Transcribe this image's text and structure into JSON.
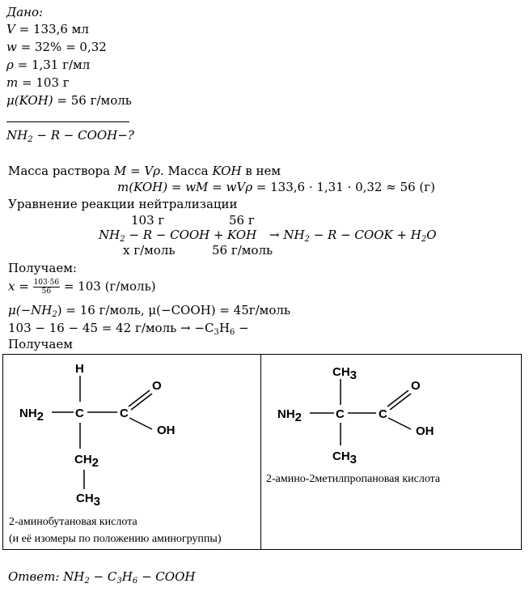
{
  "given": {
    "title": "Дано:",
    "v_lhs": "V",
    "v_rhs": "= 133,6 мл",
    "w_lhs": "w",
    "w_rhs": "= 32% = 0,32",
    "rho_lhs": "ρ",
    "rho_rhs": "= 1,31 г/мл",
    "m_lhs": "m",
    "m_rhs": "= 103 г",
    "mu_lhs": "μ(KOH)",
    "mu_rhs": "= 56 г/моль"
  },
  "find": {
    "nh": "NH",
    "nh_sub": "2",
    "rest": " − R − COOH",
    "q": "−?"
  },
  "solution": {
    "mass_text_1": "Масса раствора ",
    "mass_formula": "M = Vρ",
    "mass_text_2": ". Масса ",
    "mass_koh": "KOH",
    "mass_text_3": " в нем",
    "mkoh_formula": "m(KOH) = wM = wVρ",
    "mkoh_value": " = 133,6 · 1,31 · 0,32 ≈ 56 (г)",
    "reaction_title": "Уравнение реакции нейтрализации",
    "above_left": "103 г",
    "above_right": "56 г",
    "eq_left": "NH",
    "eq_left_sub": "2",
    "eq_left_rest": " − R − COOH +",
    "eq_koh": "KOH",
    "eq_arrow": "→ NH",
    "eq_arrow_sub": "2",
    "eq_right_rest": " − R − COOK + H",
    "eq_water_sub": "2",
    "eq_water_o": "O",
    "below_left": "x г/моль",
    "below_right": "56 г/моль",
    "get_title": "Получаем:",
    "x_lhs": "x = ",
    "x_num": "103·56",
    "x_den": "56",
    "x_rhs": " = 103 (г/моль)",
    "mu_line": "μ(−NH",
    "mu_line_sub": "2",
    "mu_line_rest": ") = 16 г/моль, ",
    "mu_line_2": "μ(−COOH) = 45г/моль",
    "diff_line": "103 − 16 − 45 = 42 г/моль → −C",
    "diff_sub1": "3",
    "diff_h": "H",
    "diff_sub2": "6",
    "diff_end": " −",
    "get_title_2": "Получаем"
  },
  "structures": [
    {
      "caption_1": "2-аминобутановая кислота",
      "caption_2": "(и её изомеры по положению аминогруппы)",
      "atoms": {
        "h": "H",
        "nh": "NH",
        "nh_sub": "2",
        "c1": "C",
        "c2": "C",
        "o": "O",
        "oh": "OH",
        "ch": "CH",
        "ch_sub": "2",
        "ch3": "CH",
        "ch3_sub": "3"
      }
    },
    {
      "caption_1": "2-амино-2метилпропановая кислота",
      "atoms": {
        "top": "CH",
        "top_sub": "3",
        "nh": "NH",
        "nh_sub": "2",
        "c1": "C",
        "c2": "C",
        "o": "O",
        "oh": "OH",
        "bot": "CH",
        "bot_sub": "3"
      }
    }
  ],
  "answer": {
    "label": "Ответ:",
    "nh": " NH",
    "nh_sub": "2",
    "mid": " − C",
    "c_sub": "3",
    "h": "H",
    "h_sub": "6",
    "end": " − COOH"
  }
}
